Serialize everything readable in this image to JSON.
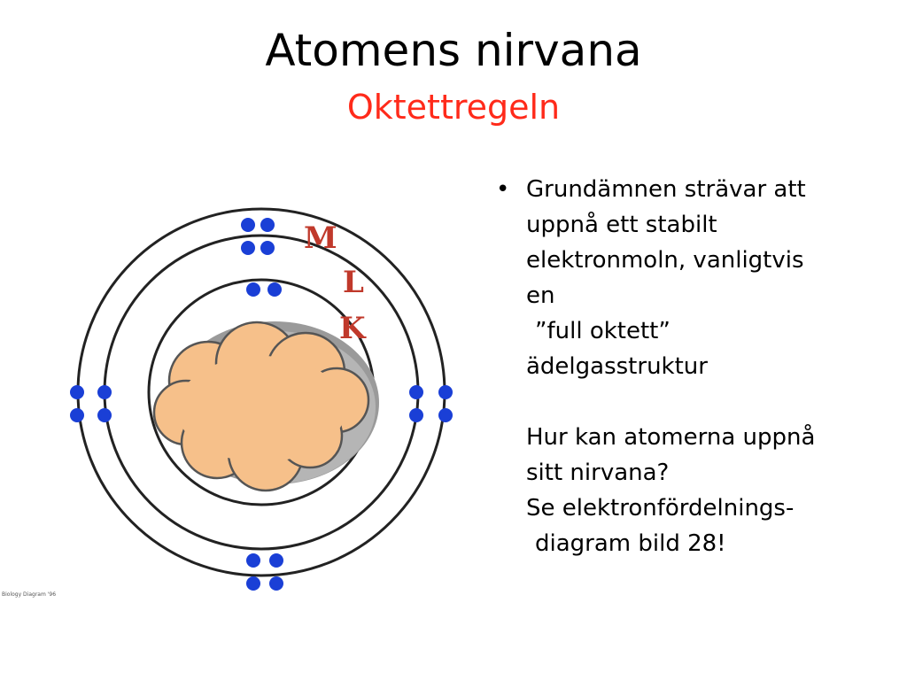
{
  "slide": {
    "title": "Atomens nirvana",
    "subtitle": "Oktettregeln",
    "subtitle_color": "#ff2a1a"
  },
  "diagram": {
    "shell_labels": {
      "M": "M",
      "L": "L",
      "K": "K"
    },
    "label_color": "#c0392b",
    "electron_color": "#1a3fd6",
    "nucleus_color": "#f6c08a",
    "credit": "Biology Diagram '96"
  },
  "body": {
    "bullet_char": "•",
    "lines": {
      "l1": "Grundämnen strävar att",
      "l2": "uppnå ett stabilt",
      "l3": "elektronmoln, vanligtvis",
      "l4": "en",
      "l5": "”full oktett”",
      "l6": "ädelgasstruktur",
      "l7": "Hur kan atomerna uppnå",
      "l8": "sitt nirvana?",
      "l9": "Se elektronfördelnings-",
      "l10": "diagram bild 28!"
    }
  }
}
